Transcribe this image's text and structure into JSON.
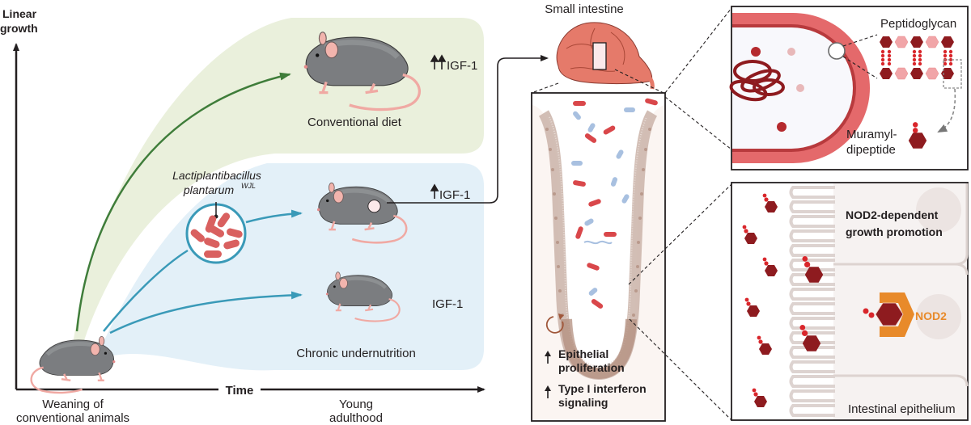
{
  "panel_left": {
    "y_axis_label_line1": "Linear",
    "y_axis_label_line2": "growth",
    "x_axis_label": "Time",
    "x_start_label_line1": "Weaning of",
    "x_start_label_line2": "conventional animals",
    "x_end_label_line1": "Young",
    "x_end_label_line2": "adulthood",
    "conventional": {
      "caption": "Conventional diet",
      "igf_label": "IGF-1",
      "igf_arrows": 2,
      "band_color": "#eaf0dc",
      "arrow_color": "#3f7d3a"
    },
    "bacteria": {
      "name_line1": "Lactiplantibacillus",
      "name_line2": "plantarum",
      "strain_superscript": "WJL",
      "color": "#d9605f",
      "ring_color": "#3a9ab8"
    },
    "supplemented": {
      "igf_label": "IGF-1",
      "igf_arrows": 1
    },
    "undernourished": {
      "caption": "Chronic undernutrition",
      "igf_label": "IGF-1",
      "igf_arrows": 0,
      "band_color": "#e3f0f8",
      "arrow_color": "#3a9ab8"
    }
  },
  "panel_middle": {
    "organ_label": "Small intestine",
    "effects": [
      {
        "arrow": "up",
        "line1": "Epithelial",
        "line2": "proliferation"
      },
      {
        "arrow": "up",
        "line1": "Type I interferon",
        "line2": "signaling"
      }
    ]
  },
  "panel_top_right": {
    "peptidoglycan_label": "Peptidoglycan",
    "product_label_line1": "Muramyl-",
    "product_label_line2": "dipeptide",
    "dark_color": "#8e1b1f",
    "light_color": "#f1a5a8",
    "wall_color": "#e4696b"
  },
  "panel_bottom_right": {
    "heading_line1": "NOD2-dependent",
    "heading_line2": "growth promotion",
    "receptor_label": "NOD2",
    "receptor_color": "#e88a2a",
    "footer_label": "Intestinal epithelium"
  }
}
